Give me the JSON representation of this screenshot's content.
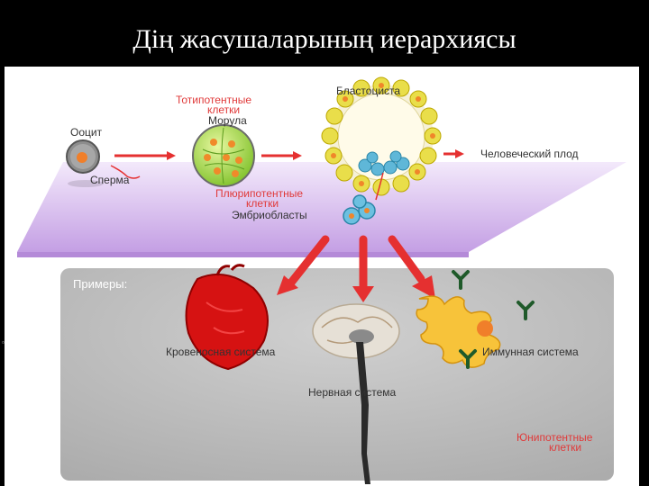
{
  "title": "Дің жасушаларының иерархиясы",
  "labels": {
    "oocyte": "Ооцит",
    "sperm": "Сперма",
    "totipotent_line1": "Тотипотентные",
    "totipotent_line2": "клетки",
    "morula": "Морула",
    "blastocyst": "Бластоциста",
    "human_fetus": "Человеческий плод",
    "pluripotent_line1": "Плюрипотентные",
    "pluripotent_line2": "клетки",
    "embryoblasts": "Эмбриобласты",
    "examples": "Примеры:",
    "cardiovascular": "Кровеносная система",
    "nervous": "Нервная система",
    "immune": "Иммунная система",
    "unipotent_line1": "Юнипотентные",
    "unipotent_line2": "клетки"
  },
  "colors": {
    "background": "#000000",
    "arrow_red": "#e53030",
    "potency_red": "#e03a3a",
    "platform": "#c9a8e6",
    "examples_panel": "#b9b9b9"
  },
  "icons": [
    "oocyte-icon",
    "morula-icon",
    "blastocyst-icon",
    "embryoblast-icon",
    "heart-icon",
    "brain-icon",
    "immune-cell-icon",
    "antibody-icon"
  ]
}
